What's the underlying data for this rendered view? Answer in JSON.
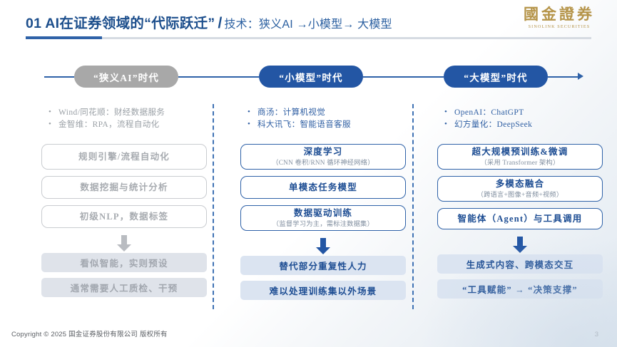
{
  "header": {
    "title_main": "01 AI在证券领域的“代际跃迁”",
    "slash": "/",
    "title_sub": "技术：狭义AI →小模型→ 大模型",
    "logo_cn": "國金證券",
    "logo_en": "SINOLINK SECURITIES",
    "accent_color": "#2f62a8"
  },
  "timeline": {
    "stages": [
      {
        "label": "“狭义AI”时代",
        "style": "gray",
        "color": "#a8a8a8"
      },
      {
        "label": "“小模型”时代",
        "style": "blue",
        "color": "#2356a4"
      },
      {
        "label": "“大模型”时代",
        "style": "blue",
        "color": "#2356a4"
      }
    ]
  },
  "columns": [
    {
      "id": "narrow-ai",
      "palette": "gray",
      "bullets": [
        "Wind/同花顺：财经数据服务",
        "金智维：RPA，流程自动化"
      ],
      "boxes": [
        {
          "main": "规则引擎/流程自动化",
          "sub": ""
        },
        {
          "main": "数据挖掘与统计分析",
          "sub": ""
        },
        {
          "main": "初级NLP，数据标签",
          "sub": ""
        }
      ],
      "arrow_color": "#b9bcc1",
      "results": [
        "看似智能，实则预设",
        "通常需要人工质检、干预"
      ]
    },
    {
      "id": "small-model",
      "palette": "blue",
      "bullets": [
        "商汤：计算机视觉",
        "科大讯飞：智能语音客服"
      ],
      "boxes": [
        {
          "main": "深度学习",
          "sub": "（CNN 卷积/RNN 循环神经网络）"
        },
        {
          "main": "单模态任务模型",
          "sub": ""
        },
        {
          "main": "数据驱动训练",
          "sub": "（监督学习为主，需标注数据集）"
        }
      ],
      "arrow_color": "#2356a4",
      "results": [
        "替代部分重复性人力",
        "难以处理训练集以外场景"
      ]
    },
    {
      "id": "large-model",
      "palette": "blue",
      "bullets": [
        "OpenAI：ChatGPT",
        "幻方量化：DeepSeek"
      ],
      "boxes": [
        {
          "main": "超大规模预训练&微调",
          "sub": "（采用 Transformer 架构）"
        },
        {
          "main": "多模态融合",
          "sub": "（跨语言+图像+音频+视频）"
        },
        {
          "main": "智能体（Agent）与工具调用",
          "sub": ""
        }
      ],
      "arrow_color": "#2356a4",
      "results": [
        "生成式内容、跨模态交互",
        "“工具赋能” → “决策支撑”"
      ]
    }
  ],
  "footer": {
    "copyright": "Copyright © 2025 国金证券股份有限公司 版权所有",
    "page_number": "3"
  }
}
